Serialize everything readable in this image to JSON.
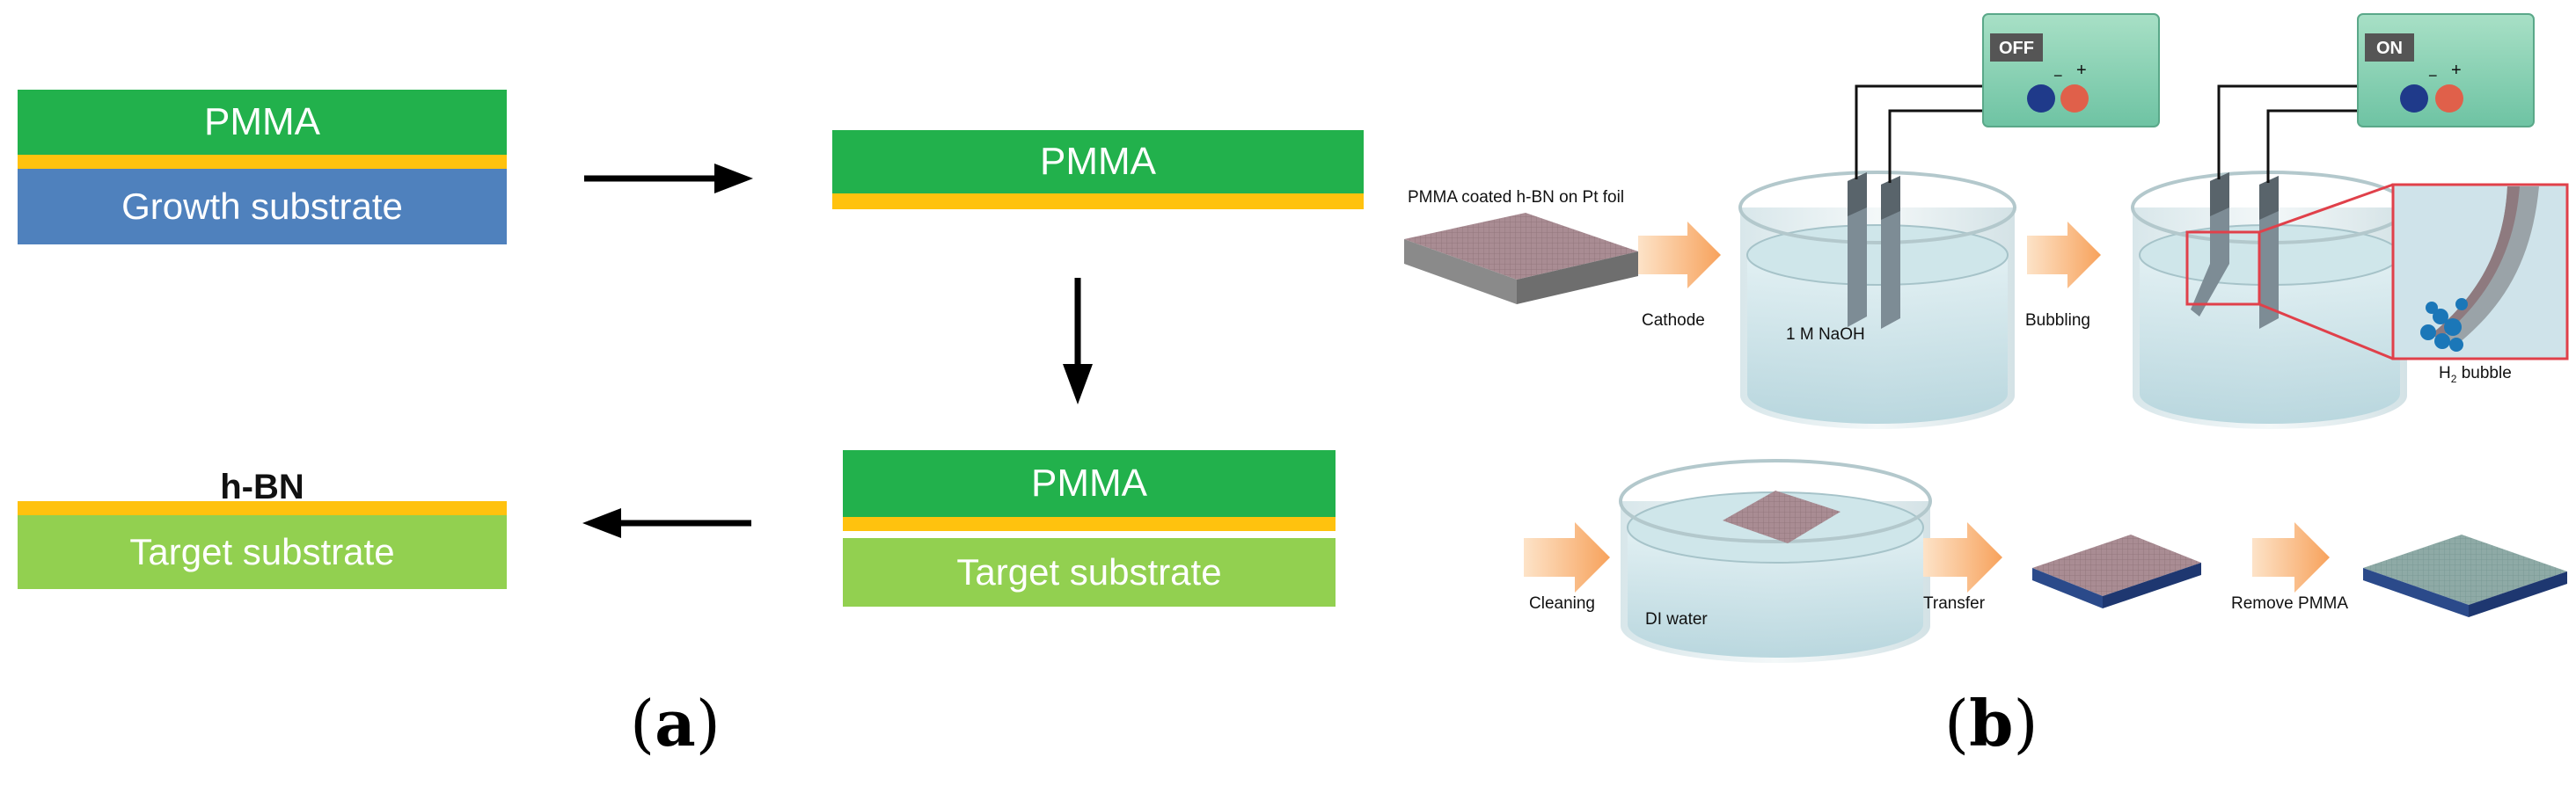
{
  "panel_a": {
    "stack1": {
      "top_label": "PMMA",
      "bottom_label": "Growth substrate"
    },
    "stack2": {
      "top_label": "PMMA"
    },
    "stack3": {
      "top_label": "PMMA",
      "bottom_label": "Target substrate"
    },
    "stack4": {
      "hbn_label": "h-BN",
      "bottom_label": "Target substrate"
    },
    "caption": {
      "open": "(",
      "letter": "a",
      "close": ")"
    },
    "colors": {
      "pmma": "#22b14c",
      "hbn": "#ffc20e",
      "growth": "#4f81bd",
      "target": "#92d050"
    }
  },
  "panel_b": {
    "foil_label": "PMMA coated h-BN on Pt foil",
    "cathode_label": "Cathode",
    "naoh_label": "1 M NaOH",
    "bubbling_label": "Bubbling",
    "h2_label_main": "H",
    "h2_label_sub": "2",
    "h2_label_rest": " bubble",
    "power_off": {
      "state": "OFF",
      "minus": "−",
      "plus": "+"
    },
    "power_on": {
      "state": "ON",
      "minus": "−",
      "plus": "+"
    },
    "cleaning_label": "Cleaning",
    "di_water_label": "DI water",
    "transfer_label": "Transfer",
    "remove_label": "Remove PMMA",
    "caption": {
      "open": "(",
      "letter": "b",
      "close": ")"
    }
  }
}
